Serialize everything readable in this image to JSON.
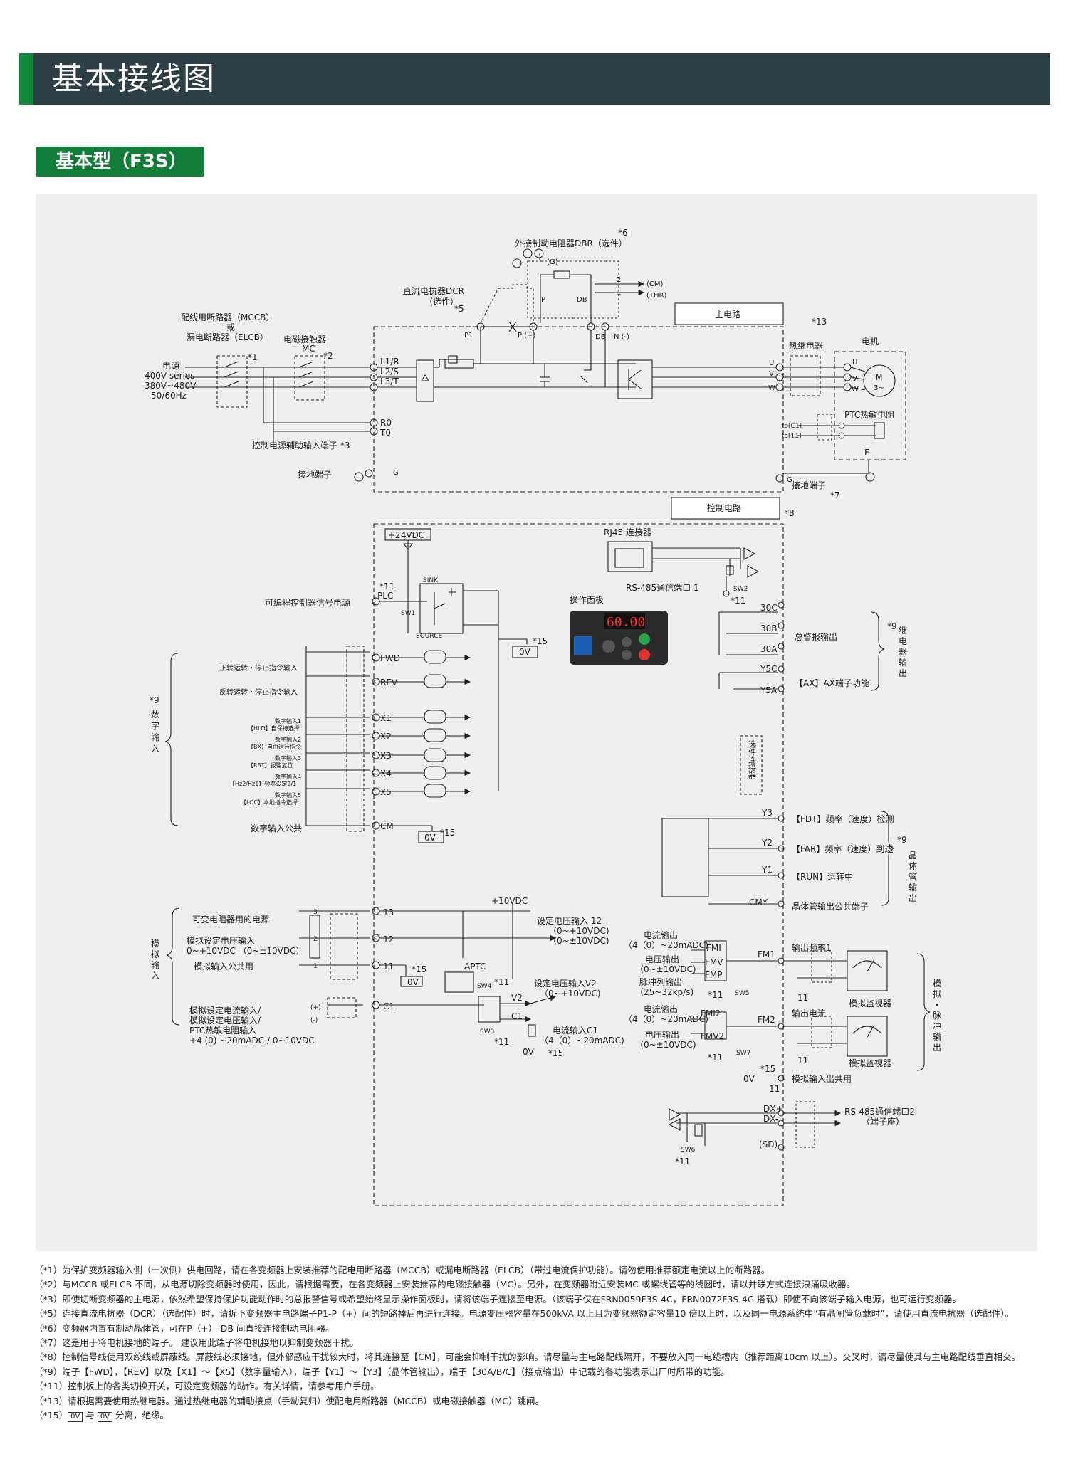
{
  "header": {
    "title": "基本接线图"
  },
  "subtitle": "基本型（F3S）",
  "diagram": {
    "external_dbr": {
      "mark": "*6",
      "label": "外接制动电阻器DBR（选件）",
      "g": "(G)",
      "cm": "(CM)",
      "thr": "(THR)",
      "n1": "1",
      "n2": "2",
      "p": "P",
      "db": "DB"
    },
    "dcr": {
      "label1": "直流电抗器DCR",
      "label2": "（选件）",
      "mark": "*5",
      "p1": "P1",
      "pplus": "P (+)",
      "db": "DB",
      "nminus": "N (-)"
    },
    "main_circuit": "主电路",
    "mark13": "*13",
    "thermal_relay": "热继电器",
    "motor": {
      "label": "电机",
      "m": "M",
      "phase": "3~",
      "u": "U",
      "v": "V",
      "w": "W"
    },
    "ptc": "PTC热敏电阻",
    "to_c1": "to[C1]",
    "to_11": "to[11]",
    "e": "E",
    "mccb": {
      "line1": "配线用断路器（MCCB）",
      "line2": "或",
      "line3": "漏电断路器（ELCB）",
      "mark": "*1"
    },
    "mc": {
      "line1": "电磁接触器",
      "line2": "MC",
      "mark": "*2"
    },
    "power": {
      "line1": "电源",
      "line2": "400V series",
      "line3": "380V~480V",
      "line4": "50/60Hz"
    },
    "input_terminals": [
      "L1/R",
      "L2/S",
      "L3/T"
    ],
    "output_terminals": [
      "U",
      "V",
      "W"
    ],
    "r0": "R0",
    "t0": "T0",
    "aux_input": "控制电源辅助输入端子 *3",
    "ground_left": "接地端子",
    "g": "G",
    "ground_right": "接地端子",
    "mark7": "*7",
    "control_circuit": "控制电路",
    "mark8": "*8",
    "v24": "+24VDC",
    "plc": {
      "mark": "*11",
      "label": "PLC",
      "desc": "可编程控制器信号电源",
      "sink": "SINK",
      "source": "SOURCE",
      "sw1": "SW1"
    },
    "mark15": "*15",
    "zero_v": "0V",
    "fwd": {
      "terminal": "FWD",
      "desc": "正转运转・停止指令输入"
    },
    "rev": {
      "terminal": "REV",
      "desc": "反转运转・停止指令输入"
    },
    "digital_in_group": {
      "mark": "*9",
      "chars": [
        "数",
        "字",
        "输",
        "入"
      ]
    },
    "digital_inputs": [
      {
        "terminal": "X1",
        "desc1": "数字输入1",
        "desc2": "【HLD】自保持选择"
      },
      {
        "terminal": "X2",
        "desc1": "数字输入2",
        "desc2": "【BX】自由运行指令"
      },
      {
        "terminal": "X3",
        "desc1": "数字输入3",
        "desc2": "【RST】报警复位"
      },
      {
        "terminal": "X4",
        "desc1": "数字输入4",
        "desc2": "【Hz2/Hz1】频率设定2/1"
      },
      {
        "terminal": "X5",
        "desc1": "数字输入5",
        "desc2": "【LOC】本地指令选择"
      }
    ],
    "cm": {
      "terminal": "CM",
      "desc": "数字输入公共"
    },
    "rj45": "RJ45 连接器",
    "rs485_1": "RS-485通信端口 1",
    "sw2": "SW2",
    "keypad": {
      "label": "操作面板",
      "display": "60.00"
    },
    "relay_terms": [
      "30C",
      "30B",
      "30A",
      "Y5C",
      "Y5A"
    ],
    "alarm_out": "总警报输出",
    "ax_func": "【AX】AX端子功能",
    "relay_group": {
      "mark": "*9",
      "chars": [
        "继",
        "电",
        "器",
        "输",
        "出"
      ]
    },
    "option_connector": "选件连接器",
    "transistor_outs": [
      {
        "terminal": "Y3",
        "desc": "【FDT】频率（速度）检测"
      },
      {
        "terminal": "Y2",
        "desc": "【FAR】频率（速度）到达"
      },
      {
        "terminal": "Y1",
        "desc": "【RUN】运转中"
      }
    ],
    "cmy": {
      "terminal": "CMY",
      "desc": "晶体管输出公共端子"
    },
    "transistor_group": {
      "mark": "*9",
      "chars": [
        "晶",
        "体",
        "管",
        "输",
        "出"
      ]
    },
    "v10": "+10VDC",
    "pot": {
      "desc": "可变电阻器用的电源",
      "pins": [
        "3",
        "2",
        "1"
      ]
    },
    "analog_in_group": {
      "chars": [
        "模",
        "拟",
        "输",
        "入"
      ]
    },
    "analog_terms": [
      "13",
      "12",
      "11",
      "C1"
    ],
    "voltage_in": {
      "line1": "模拟设定电压输入",
      "line2": "0~+10VDC （0~±10VDC）"
    },
    "analog_common": "模拟输入公共用",
    "set_v12": {
      "line1": "设定电压输入 12",
      "line2": "（0~+10VDC)",
      "line3": "（0~±10VDC)"
    },
    "aptc": "APTC",
    "sw4": "SW4",
    "sw3": "SW3",
    "set_v2": {
      "line1": "设定电压输入V2",
      "line2": "（0~+10VDC)"
    },
    "v2": "V2",
    "c1": "C1",
    "current_in": {
      "line1": "电流输入C1",
      "line2": "（4（0）~20mADC)"
    },
    "c1_desc": {
      "line1": "模拟设定电流输入/",
      "line2": "模拟设定电压输入/",
      "line3": "PTC热敏电阻输入",
      "line4": "+4 (0) ~20mADC / 0~10VDC"
    },
    "plus": "(+)",
    "minus": "(-)",
    "fm1": {
      "cur1": "电流输出",
      "cur2": "（4（0）~20mADC)",
      "vol1": "电压输出",
      "vol2": "（0~±10VDC)",
      "pulse1": "脉冲列输出",
      "pulse2": "（25~32kp/s)",
      "fmi": "FMI",
      "fmv": "FMV",
      "fmp": "FMP",
      "out": "FM1",
      "sw": "SW5",
      "desc": "输出频率1"
    },
    "fm2": {
      "cur1": "电流输出",
      "cur2": "（4（0）~20mADC)",
      "vol1": "电压输出",
      "vol2": "（0~±10VDC)",
      "fmi": "FMI2",
      "fmv": "FMV2",
      "out": "FM2",
      "sw": "SW7",
      "desc": "输出电流"
    },
    "meter": "模拟监视器",
    "analog_out_group": {
      "chars": [
        "模",
        "拟",
        "・",
        "脉",
        "冲",
        "输",
        "出"
      ]
    },
    "analog_common_out": "模拟输入出共用",
    "term11": "11",
    "dx_plus": "DX+",
    "dx_minus": "DX-",
    "sd": "(SD)",
    "rs485_2": {
      "line1": "RS-485通信端口2",
      "line2": "（端子座）"
    },
    "sw6": "SW6"
  },
  "notes": [
    "（*1）为保护变频器输入侧（一次侧）供电回路，请在各变频器上安装推荐的配电用断路器（MCCB）或漏电断路器（ELCB）（带过电流保护功能）。请勿使用推荐额定电流以上的断路器。",
    "（*2）与MCCB 或ELCB 不同，从电源切除变频器时使用，因此，请根据需要，在各变频器上安装推荐的电磁接触器（MC）。另外，在变频器附近安装MC 或螺线管等的线圈时，请以并联方式连接浪涌吸收器。",
    "（*3）即使切断变频器的主电源，依然希望保持保护功能动作时的总报警信号或希望始终显示操作面板时，请将该端子连接至电源。（该端子仅在FRN0059F3S-4C，FRN0072F3S-4C 搭载）即使不向该端子输入电源，也可运行变频器。",
    "（*5）连接直流电抗器（DCR）（选配件）时，请拆下变频器主电路端子P1-P（+）间的短路棒后再进行连接。电源变压器容量在500kVA 以上且为变频器额定容量10 倍以上时，以及同一电源系统中“有晶闸管负载时”，请使用直流电抗器（选配件）。",
    "（*6）变频器内置有制动晶体管，可在P（+）-DB 间直接连接制动电阻器。",
    "（*7）这是用于将电机接地的端子。 建议用此端子将电机接地以抑制变频器干扰。",
    "（*8）控制信号线使用双绞线或屏蔽线。屏蔽线必须接地，但外部感应干扰较大时，将其连接至【CM】，可能会抑制干扰的影响。请尽量与主电路配线隔开，不要放入同一电缆槽内（推荐距离10cm 以上）。交叉时，请尽量使其与主电路配线垂直相交。",
    "（*9）端子【FWD】，【REV】以及【X1】～【X5】（数字量输入），端子【Y1】～【Y3】（晶体管输出），端子【30A/B/C】（接点输出）中记载的各功能表示出厂时所带的功能。",
    "（*11）控制板上的各类切换开关，可设定变频器的动作。有关详情，请参考用户手册。",
    "（*13）请根据需要使用热继电器。通过热继电器的辅助接点（手动复归）使配电用断路器（MCCB）或电磁接触器（MC）跳闸。"
  ],
  "note15": {
    "prefix": "（*15）",
    "a": "0V",
    "mid": " 与 ",
    "b": "0V",
    "suffix": " 分离，绝缘。"
  }
}
